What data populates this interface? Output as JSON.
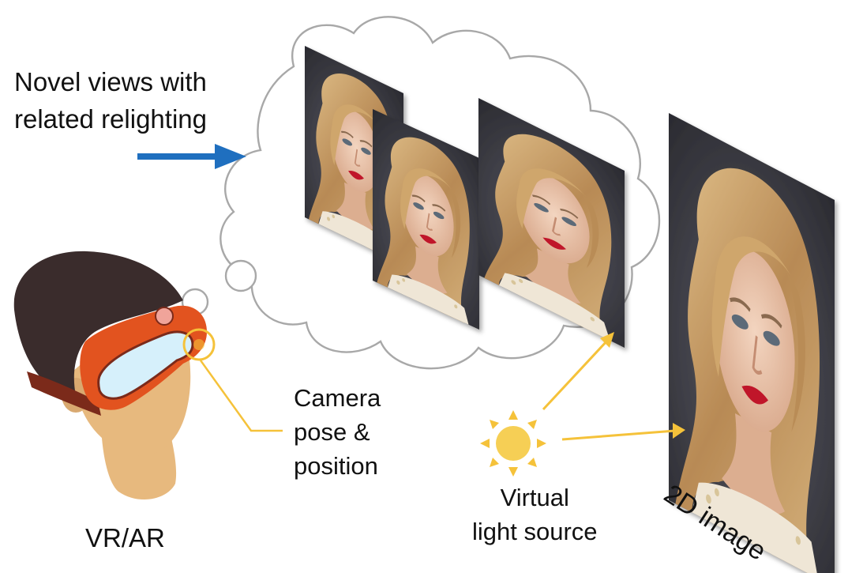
{
  "labels": {
    "novel_views_line1": "Novel views with",
    "novel_views_line2": "related relighting",
    "camera_line1": "Camera",
    "camera_line2": "pose &",
    "camera_line3": "position",
    "light_line1": "Virtual",
    "light_line2": "light source",
    "vrar": "VR/AR",
    "image2d": "2D image"
  },
  "colors": {
    "arrow_blue": "#1f6fbf",
    "accent_yellow": "#f5c23a",
    "cloud_stroke": "#a8a8a8",
    "hair_dark": "#3a2c2c",
    "headset_orange": "#e2531f",
    "lens_blue": "#d6f0fb",
    "skin": "#e7b97e",
    "photo_background": "#4a4a52",
    "hair_blonde": "#c9a26e",
    "lips": "#c0182a"
  },
  "icons": {
    "sun": "sun-icon",
    "headset": "vr-headset-icon",
    "arrow": "arrow-right-icon",
    "thought_cloud": "thought-cloud-icon"
  }
}
